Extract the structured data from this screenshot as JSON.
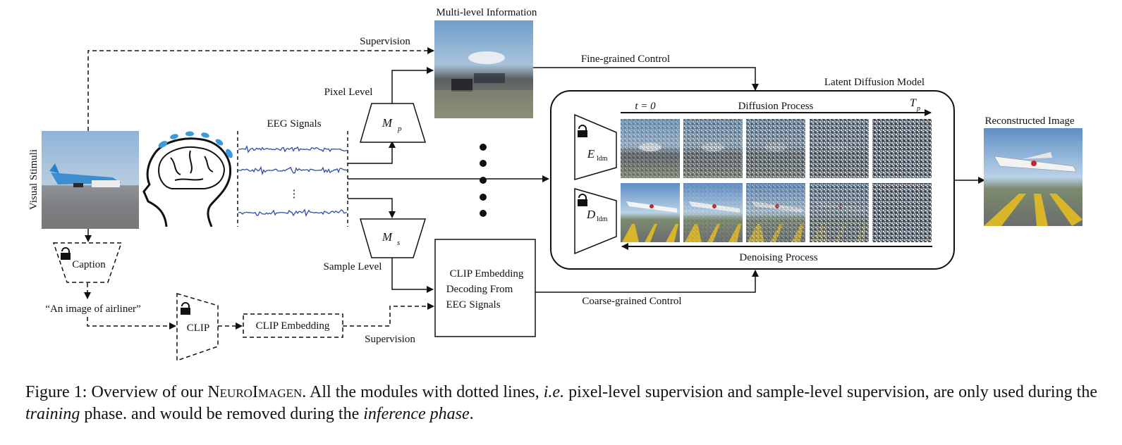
{
  "labels": {
    "visual_stimuli": "Visual Stimuli",
    "caption_module": "Caption",
    "caption_text": "“An image of airliner”",
    "clip_module": "CLIP",
    "clip_embedding": "CLIP Embedding",
    "supervision_top": "Supervision",
    "supervision_bottom": "Supervision",
    "eeg_signals": "EEG Signals",
    "eeg_dots": "⋮",
    "pixel_level": "Pixel Level",
    "sample_level": "Sample Level",
    "mp_main": "M",
    "mp_sub": "p",
    "ms_main": "M",
    "ms_sub": "s",
    "multi_level_info": "Multi-level Information",
    "fine_grained": "Fine-grained Control",
    "coarse_grained": "Coarse-grained Control",
    "clip_decoding_line1": "CLIP Embedding",
    "clip_decoding_line2": "Decoding From",
    "clip_decoding_line3": "EEG Signals",
    "ldm_title": "Latent Diffusion Model",
    "t0": "t = 0",
    "diffusion_process": "Diffusion Process",
    "tp_main": "T",
    "tp_sub": "p",
    "denoising_process": "Denoising Process",
    "e_main": "E",
    "e_sub": "ldm",
    "d_main": "D",
    "d_sub": "ldm",
    "reconstructed_image": "Reconstructed Image"
  },
  "figure_caption": {
    "prefix": "Figure 1: Overview of our ",
    "name": "NeuroImagen",
    "part1": ". All the modules with dotted lines, ",
    "ie": "i.e.",
    "part2": " pixel-level supervision and sample-level supervision, are only used during the ",
    "training": "training",
    "part3": " phase. and would be removed during the ",
    "inference": "inference phase",
    "part4": "."
  },
  "diffusion_rows": {
    "top_noise_levels": [
      0.35,
      0.55,
      0.7,
      0.88,
      1.0
    ],
    "bottom_noise_levels": [
      0.0,
      0.1,
      0.35,
      0.8,
      1.0
    ]
  },
  "colors": {
    "ink": "#111111",
    "eeg_wave": "#2a4fa8",
    "brain_dot": "#3a9bdc",
    "sky": "#9bb8d6",
    "runway_yellow": "#d9b52a"
  },
  "icons": [
    "lock-icon",
    "brain-head-icon",
    "airplane-icon"
  ]
}
